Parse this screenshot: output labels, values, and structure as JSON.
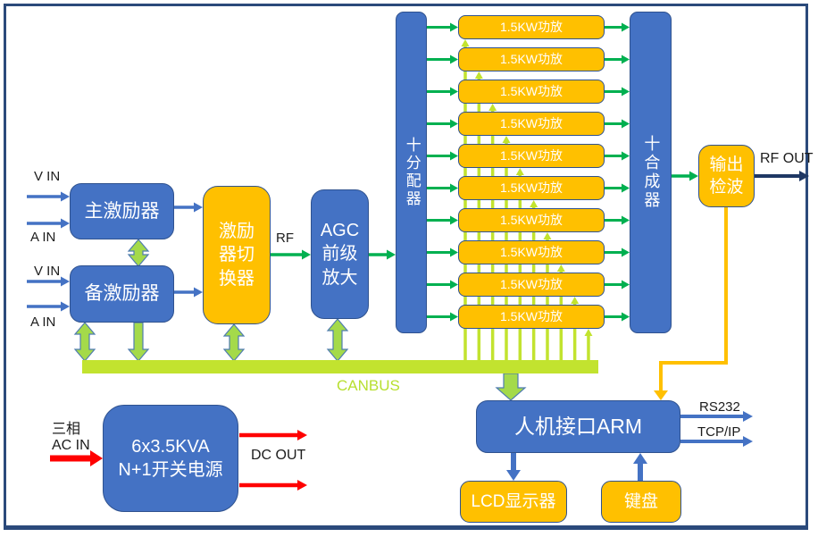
{
  "labels": {
    "v_in_1": "V IN",
    "a_in_1": "A IN",
    "v_in_2": "V IN",
    "a_in_2": "A IN",
    "rf": "RF",
    "rf_out": "RF OUT",
    "canbus": "CANBUS",
    "rs232": "RS232",
    "tcp_ip": "TCP/IP",
    "ac_in": "三相\nAC IN",
    "dc_out": "DC OUT"
  },
  "blocks": {
    "main_exciter": "主激励器",
    "backup_exciter": "备激励器",
    "exciter_switcher": "激励\n器切\n换器",
    "agc_preamp": "AGC\n前级\n放大",
    "divider": "十分配器",
    "combiner": "十合成器",
    "output_detector": "输出\n检波",
    "arm_interface": "人机接口ARM",
    "lcd_display": "LCD显示器",
    "keyboard": "键盘",
    "power_supply": "6x3.5KVA\nN+1开关电源"
  },
  "amplifiers": [
    "1.5KW功放",
    "1.5KW功放",
    "1.5KW功放",
    "1.5KW功放",
    "1.5KW功放",
    "1.5KW功放",
    "1.5KW功放",
    "1.5KW功放",
    "1.5KW功放",
    "1.5KW功放"
  ],
  "colors": {
    "block_blue": "#4472C4",
    "block_orange": "#FFC000",
    "block_border": "#2F528F",
    "arrow_green": "#00B050",
    "arrow_blue": "#4472C4",
    "arrow_red": "#FF0000",
    "arrow_navy": "#1F3864",
    "canbus_bar": "#C2E32F",
    "fat_arrow_fill": "#A4DA4A",
    "fat_arrow_outline": "#4F7CB0",
    "orange_wire": "#FFC000"
  }
}
